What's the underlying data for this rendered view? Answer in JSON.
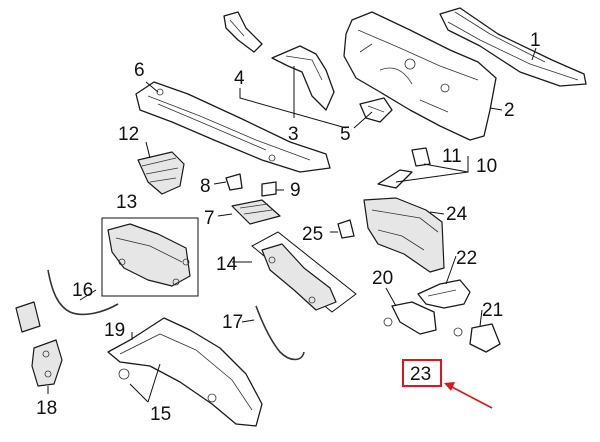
{
  "callouts": [
    "1",
    "2",
    "3",
    "4",
    "5",
    "6",
    "9",
    "8",
    "7",
    "10",
    "11",
    "12",
    "13",
    "14",
    "15",
    "16",
    "17",
    "18",
    "19",
    "20",
    "21",
    "22",
    "23",
    "24",
    "25"
  ],
  "highlight": {
    "label": "23",
    "color": "#e0151b"
  }
}
